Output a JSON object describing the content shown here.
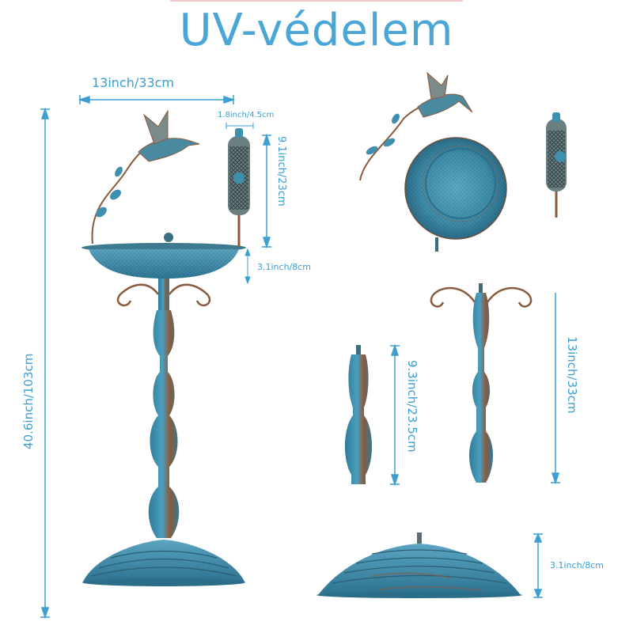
{
  "title": "UV-védelem",
  "colors": {
    "accent": "#4aa6d6",
    "dimension_line": "#3d9fd0",
    "patina_blue": "#3f8fae",
    "copper": "#8a5a3c"
  },
  "dimensions": {
    "bowl_width": "13inch/33cm",
    "feeder_width": "1.8inch/4.5cm",
    "feeder_height": "9.1inch/23cm",
    "bowl_depth": "3.1inch/8cm",
    "total_height": "40.6inch/103cm",
    "lower_pole": "9.3inch/23.5cm",
    "upper_pole": "13inch/33cm",
    "base_height": "3.1inch/8cm"
  },
  "parts": [
    {
      "name": "assembled-bird-bath"
    },
    {
      "name": "hummingbird-ornament"
    },
    {
      "name": "bowl-top-view"
    },
    {
      "name": "mesh-feeder"
    },
    {
      "name": "upper-pole"
    },
    {
      "name": "lower-pole"
    },
    {
      "name": "base"
    }
  ]
}
